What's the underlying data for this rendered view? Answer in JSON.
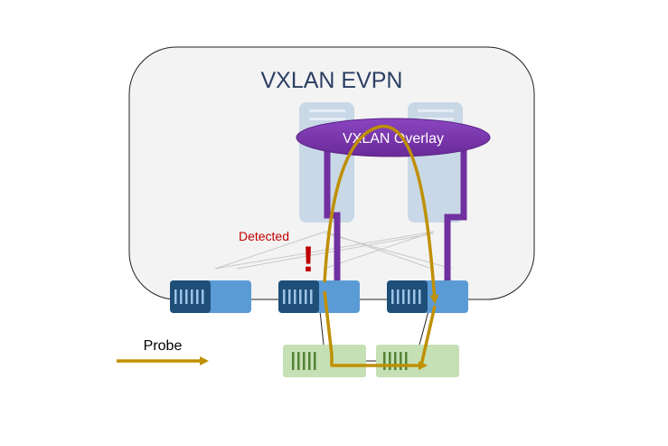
{
  "diagram": {
    "title": "VXLAN EVPN",
    "overlay_label": "VXLAN Overlay",
    "detected_label": "Detected",
    "alert_glyph": "!",
    "legend_label": "Probe"
  },
  "colors": {
    "fabric_bg": "#f3f3f3",
    "spine_fill": "#c9d8e6",
    "overlay_purple": "#7030a0",
    "probe_gold": "#bf9000",
    "leaf_dark": "#1f4e79",
    "leaf_light": "#5b9bd5",
    "host_green": "#c5e0b4",
    "host_bars": "#548235",
    "alert_red": "#c00000"
  }
}
